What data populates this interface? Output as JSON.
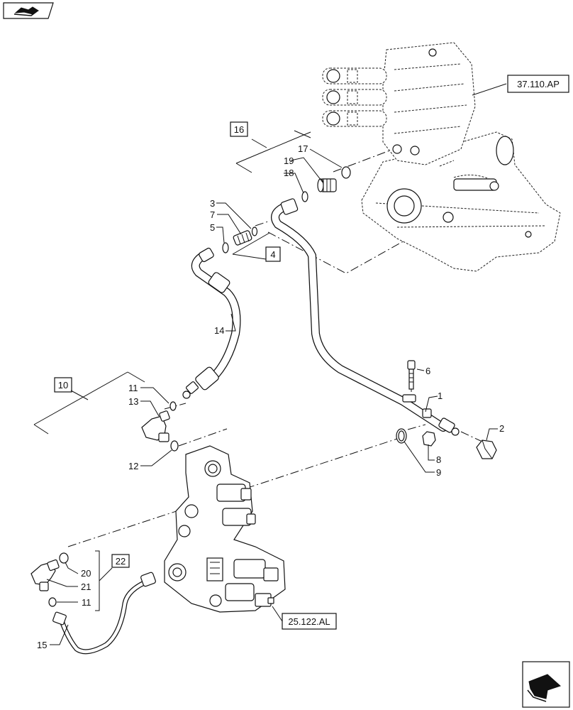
{
  "references": {
    "valve_block_ref": "37.110.AP",
    "control_valve_ref": "25.122.AL"
  },
  "group_boxes": [
    "16",
    "4",
    "10",
    "22"
  ],
  "callouts": {
    "c1": "1",
    "c2": "2",
    "c3": "3",
    "c4": "4",
    "c5": "5",
    "c6": "6",
    "c7": "7",
    "c8": "8",
    "c9": "9",
    "c11a": "11",
    "c11b": "11",
    "c12": "12",
    "c13": "13",
    "c14": "14",
    "c15": "15",
    "c17": "17",
    "c18": "18",
    "c19": "19",
    "c20": "20",
    "c21": "21"
  },
  "icons": {
    "top_left": "book-navigation-icon",
    "bottom_right": "next-page-arrow-icon"
  }
}
